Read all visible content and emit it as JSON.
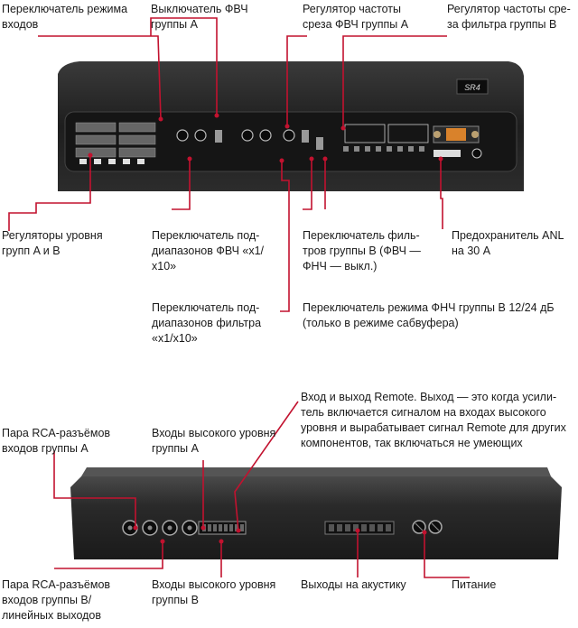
{
  "labels": {
    "mode_switch": "Переключатель режима\nвходов",
    "hpf_off_a": "Выключатель ФВЧ\nгруппы A",
    "hpf_freq_a": "Регулятор частоты\nсреза ФВЧ группы A",
    "filter_freq_b": "Регулятор частоты сре-\nза фильтра группы B",
    "level_ab": "Регуляторы уровня\nгрупп A и B",
    "hpf_subrange": "Переключатель под-\nдиапазонов ФВЧ «x1/\nx10»",
    "filter_subrange": "Переключатель под-\nдиапазонов фильтра\n«x1/x10»",
    "filter_switch_b": "Переключатель филь-\nтров группы B (ФВЧ —\nФНЧ — выкл.)",
    "fuse": "Предохранитель ANL\nна 30 A",
    "lpf_mode_b": "Переключатель режима ФНЧ группы B 12/24 дБ\n(только в режиме сабвуфера)",
    "remote": "Вход и выход Remote. Выход — это когда усили-\nтель включается сигналом на входах высокого\nуровня и вырабатывает сигнал Remote для других\nкомпонентов, так включаться не умеющих",
    "rca_a": "Пара RCA-разъёмов\nвходов группы A",
    "high_a": "Входы высокого уровня\nгруппы A",
    "rca_b": "Пара RCA-разъёмов\nвходов группы B/\nлинейных выходов",
    "high_b": "Входы высокого уровня\nгруппы B",
    "speaker_out": "Выходы на акустику",
    "power": "Питание"
  },
  "device": {
    "badge": "SR4"
  },
  "colors": {
    "leader": "#c2122f",
    "body": "#2b2b2b",
    "panel": "#1b1b1b"
  }
}
